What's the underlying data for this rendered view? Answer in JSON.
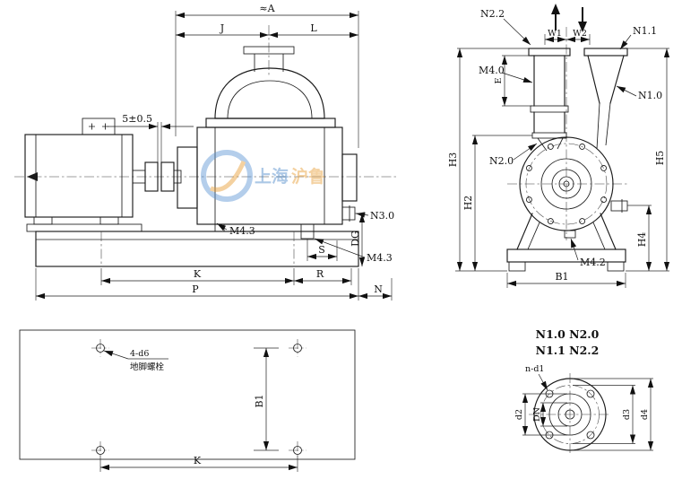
{
  "watermark": {
    "part1": "上海",
    "part2": "沪鲁"
  },
  "side_view": {
    "dim_a": "≈A",
    "dim_j": "J",
    "dim_l": "L",
    "dim_gap": "5±0.5",
    "label_m43_left": "M4.3",
    "label_n30": "N3.0",
    "dim_dg": "DG",
    "label_m43_right": "M4.3",
    "dim_s": "S",
    "dim_k": "K",
    "dim_r": "R",
    "dim_p": "P",
    "dim_n": "N"
  },
  "end_view": {
    "label_n22": "N2.2",
    "dim_w1": "W1",
    "dim_w2": "W2",
    "label_n11": "N1.1",
    "label_m40": "M4.0",
    "dim_e": "E",
    "label_n10": "N1.0",
    "label_n20": "N2.0",
    "dim_h3": "H3",
    "dim_h2": "H2",
    "dim_h5": "H5",
    "dim_h4": "H4",
    "label_m42": "M4.2",
    "dim_b1": "B1"
  },
  "plan_view": {
    "callout_line1": "4-d6",
    "callout_line2": "地脚螺栓",
    "dim_b1": "B1",
    "dim_k": "K"
  },
  "flange_view": {
    "title_line1": "N1.0 N2.0",
    "title_line2": "N1.1 N2.2",
    "callout": "n-d1",
    "dim_d2": "d2",
    "dim_dn": "DN",
    "dim_d3": "d3",
    "dim_d4": "d4"
  }
}
